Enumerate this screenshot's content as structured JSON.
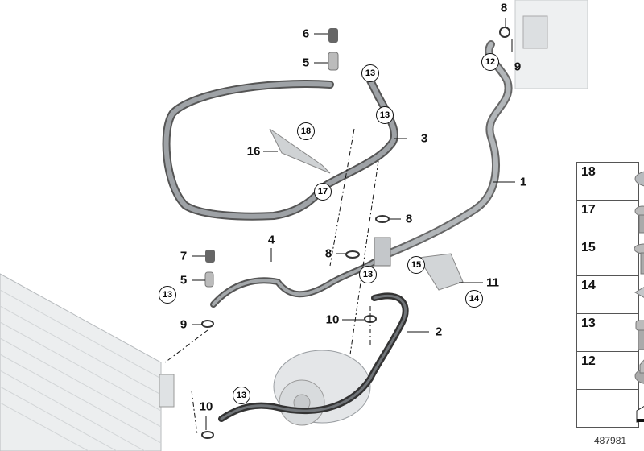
{
  "callouts": [
    {
      "label": "6",
      "circled": false
    },
    {
      "label": "5",
      "circled": false
    },
    {
      "label": "13",
      "circled": true
    },
    {
      "label": "13",
      "circled": true
    },
    {
      "label": "3",
      "circled": false
    },
    {
      "label": "18",
      "circled": true
    },
    {
      "label": "16",
      "circled": false
    },
    {
      "label": "17",
      "circled": true
    },
    {
      "label": "1",
      "circled": false
    },
    {
      "label": "8",
      "circled": false
    },
    {
      "label": "12",
      "circled": true
    },
    {
      "label": "9",
      "circled": false
    },
    {
      "label": "8",
      "circled": false
    },
    {
      "label": "8",
      "circled": false
    },
    {
      "label": "4",
      "circled": false
    },
    {
      "label": "7",
      "circled": false
    },
    {
      "label": "5",
      "circled": false
    },
    {
      "label": "13",
      "circled": true
    },
    {
      "label": "9",
      "circled": false
    },
    {
      "label": "13",
      "circled": true
    },
    {
      "label": "10",
      "circled": false
    },
    {
      "label": "15",
      "circled": true
    },
    {
      "label": "11",
      "circled": false
    },
    {
      "label": "14",
      "circled": true
    },
    {
      "label": "2",
      "circled": false
    },
    {
      "label": "10",
      "circled": false
    },
    {
      "label": "13",
      "circled": true
    }
  ],
  "legend": [
    {
      "label": "18",
      "icon": "washer-icon"
    },
    {
      "label": "17",
      "icon": "torx-screw-icon"
    },
    {
      "label": "15",
      "icon": "flange-screw-icon"
    },
    {
      "label": "14",
      "icon": "square-nut-clip-icon"
    },
    {
      "label": "13",
      "icon": "bolt-icon"
    },
    {
      "label": "12",
      "icon": "hex-flange-nut-icon"
    },
    {
      "label": "",
      "icon": "direction-arrow-icon"
    }
  ],
  "reference_number": "487981"
}
